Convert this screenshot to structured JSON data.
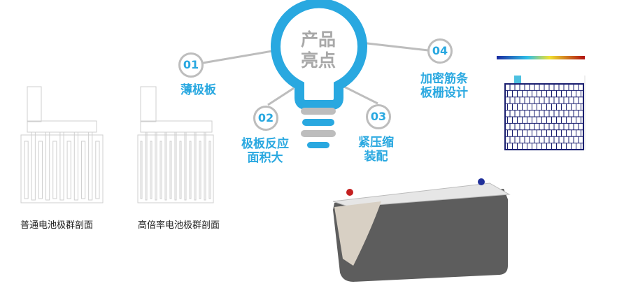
{
  "center": {
    "line1": "产品",
    "line2": "亮点"
  },
  "highlights": [
    {
      "number": "01",
      "line1": "薄极板",
      "line2": ""
    },
    {
      "number": "02",
      "line1": "极板反应",
      "line2": "面积大"
    },
    {
      "number": "03",
      "line1": "紧压缩",
      "line2": "装配"
    },
    {
      "number": "04",
      "line1": "加密筋条",
      "line2": "板栅设计"
    }
  ],
  "captions": {
    "standard": "普通电池极群剖面",
    "high_rate": "高倍率电池极群剖面"
  },
  "colors": {
    "accent": "#29a8e0",
    "gray": "#bdbdbd",
    "battery": "#5d5d5d"
  }
}
